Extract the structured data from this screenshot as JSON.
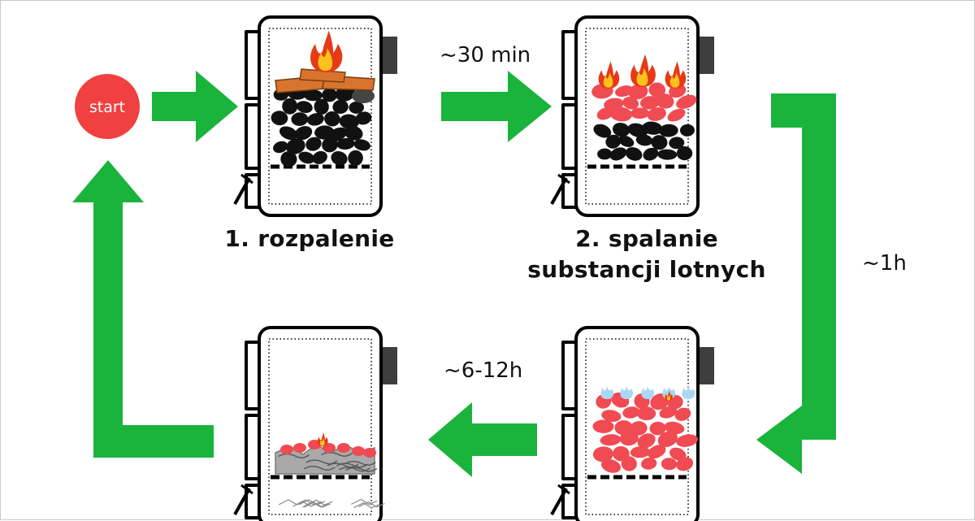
{
  "start_label": "start",
  "stages": [
    {
      "label": "1. rozpalenie"
    },
    {
      "label": "2. spalanie"
    },
    {
      "label": "substancji lotnych"
    }
  ],
  "durations": {
    "t1": "~30 min",
    "t2": "~1h",
    "t3": "~6-12h"
  },
  "colors": {
    "arrow": "#1ab33c",
    "start": "#f04040",
    "fuel": "#111111",
    "ember": "#f04a52",
    "ash": "#a9a9a9",
    "wood": "#d8742d",
    "flame_outer": "#e63a17",
    "flame_inner": "#ffc21b",
    "blue_flame": "#a8d8f4"
  }
}
